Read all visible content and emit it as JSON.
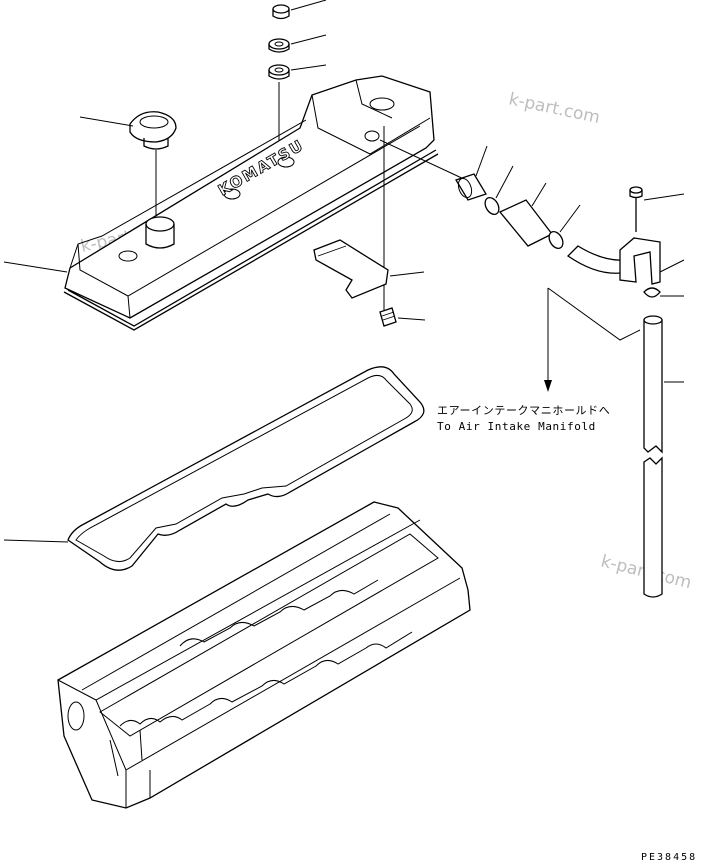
{
  "diagram": {
    "note_jp": "エアーインテークマニホールドへ",
    "note_en": "To Air Intake Manifold",
    "cover_lettering": "KOMATSU",
    "drawing_code": "PE38458",
    "watermark": "k-part.com",
    "colors": {
      "line": "#000000",
      "background": "#ffffff",
      "watermark": "#bdbdbd"
    }
  }
}
